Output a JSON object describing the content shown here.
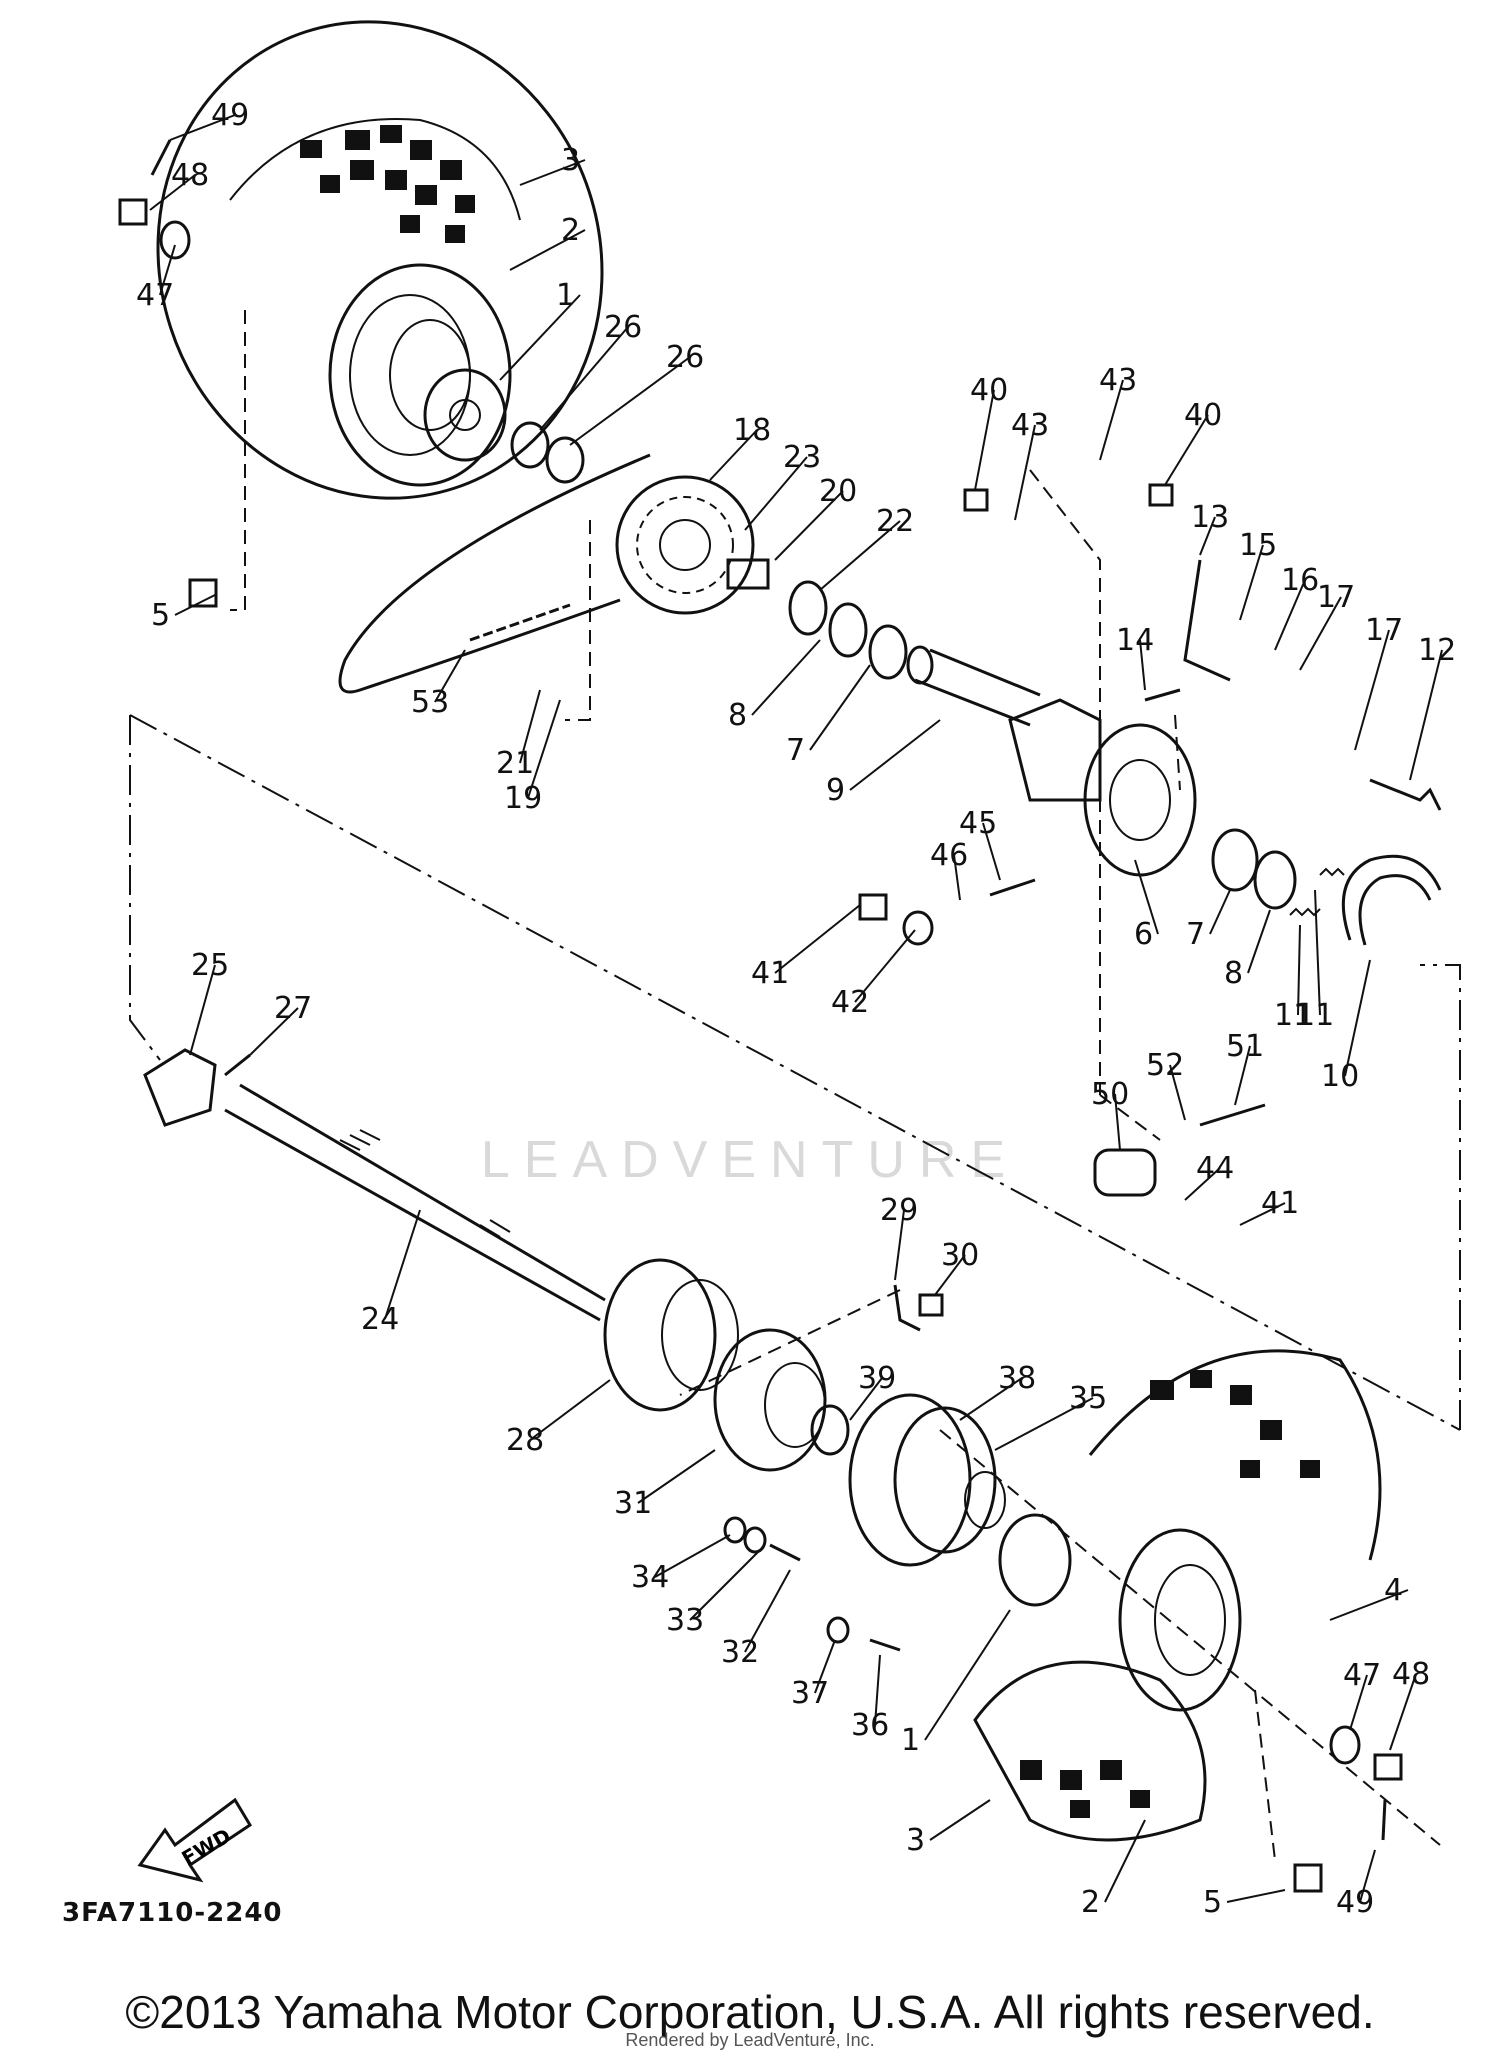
{
  "watermark": "LEADVENTURE",
  "fwd_label": "FWD",
  "diagram_code": "3FA7110-2240",
  "copyright": "©2013 Yamaha Motor Corporation, U.S.A. All rights reserved.",
  "rendered_by": "Rendered by LeadVenture, Inc.",
  "callouts": [
    "49",
    "48",
    "47",
    "3",
    "2",
    "1",
    "26",
    "26",
    "5",
    "18",
    "23",
    "20",
    "22",
    "8",
    "7",
    "9",
    "53",
    "21",
    "19",
    "40",
    "43",
    "43",
    "40",
    "13",
    "15",
    "16",
    "17",
    "17",
    "12",
    "14",
    "6",
    "7",
    "8",
    "11",
    "11",
    "10",
    "46",
    "45",
    "41",
    "42",
    "25",
    "27",
    "24",
    "52",
    "51",
    "50",
    "44",
    "41",
    "29",
    "30",
    "28",
    "39",
    "38",
    "35",
    "31",
    "34",
    "33",
    "32",
    "37",
    "36",
    "1",
    "4",
    "47",
    "48",
    "3",
    "2",
    "5",
    "49"
  ]
}
